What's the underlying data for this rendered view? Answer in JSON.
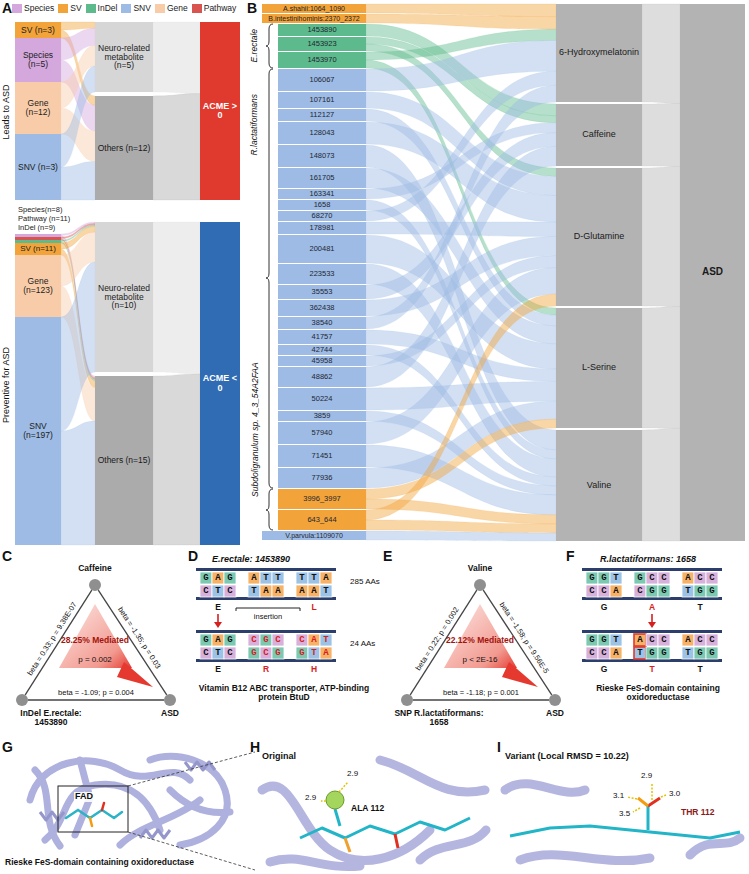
{
  "diagram": {
    "nodes": [
      {
        "text": [
          "SV (n=3)"
        ]
      },
      {
        "text": [
          "Species (n=5)"
        ]
      },
      {
        "text": [
          "Gene (n=12)"
        ]
      },
      {
        "text": [
          "SNV (n=3)"
        ]
      },
      {
        "text": [
          "Neuro-related metabolite (n=5)"
        ]
      },
      {
        "text": [
          "Others (n=12)"
        ]
      },
      {
        "text": [
          "ACME > 0"
        ]
      },
      {
        "text": [
          "Species(n=8)"
        ]
      },
      {
        "text": [
          "Pathway (n=11)"
        ]
      },
      {
        "text": [
          "InDel (n=9)"
        ]
      },
      {
        "text": [
          "SV (n=11)"
        ]
      },
      {
        "text": [
          "Gene (n=123)"
        ]
      },
      {
        "text": [
          "SNV (n=197)"
        ]
      },
      {
        "text": [
          "Neuro-related metabolite (n=10)"
        ]
      },
      {
        "text": [
          "Others (n=15)"
        ]
      },
      {
        "text": [
          "ACME < 0"
        ]
      },
      {
        "text": [
          "A.shahii:1064_1090"
        ]
      },
      {
        "text": [
          "B.intestinihominis:2370_2372"
        ]
      },
      {
        "text": [
          "1453890"
        ]
      },
      {
        "text": [
          "1453923"
        ]
      },
      {
        "text": [
          "1453970"
        ]
      },
      {
        "text": [
          "106067"
        ]
      },
      {
        "text": [
          "107161"
        ]
      },
      {
        "text": [
          "112127"
        ]
      },
      {
        "text": [
          "128043"
        ]
      },
      {
        "text": [
          "148073"
        ]
      },
      {
        "text": [
          "161705"
        ]
      },
      {
        "text": [
          "163341"
        ]
      },
      {
        "text": [
          "1658"
        ]
      },
      {
        "text": [
          "68270"
        ]
      },
      {
        "text": [
          "178981"
        ]
      },
      {
        "text": [
          "200481"
        ]
      },
      {
        "text": [
          "223533"
        ]
      },
      {
        "text": [
          "35553"
        ]
      },
      {
        "text": [
          "362438"
        ]
      },
      {
        "text": [
          "38540"
        ]
      },
      {
        "text": [
          "41757"
        ]
      },
      {
        "text": [
          "42744"
        ]
      },
      {
        "text": [
          "45958"
        ]
      },
      {
        "text": [
          "48862"
        ]
      },
      {
        "text": [
          "50224"
        ]
      },
      {
        "text": [
          "3859"
        ]
      },
      {
        "text": [
          "57940"
        ]
      },
      {
        "text": [
          "71451"
        ]
      },
      {
        "text": [
          "77936"
        ]
      },
      {
        "text": [
          "3996_3997"
        ]
      },
      {
        "text": [
          "643_644"
        ]
      },
      {
        "text": [
          "V.parvula:1109070"
        ]
      },
      {
        "text": [
          "6-Hydroxymelatonin"
        ]
      },
      {
        "text": [
          "Caffeine"
        ]
      },
      {
        "text": [
          "D-Glutamine"
        ]
      },
      {
        "text": [
          "L-Serine"
        ]
      },
      {
        "text": [
          "Valine"
        ]
      },
      {
        "text": [
          "ASD"
        ]
      },
      {
        "text": [
          "Caffeine"
        ]
      },
      {
        "text": [
          "InDel E.rectale: 1453890"
        ]
      },
      {
        "text": [
          "ASD"
        ]
      },
      {
        "text": [
          "Valine"
        ]
      },
      {
        "text": [
          "SNP R.lactatiformans: 1658"
        ]
      },
      {
        "text": [
          "ASD"
        ]
      }
    ],
    "edges": [
      {
        "from": 0,
        "to": 4,
        "arrow": "none"
      },
      {
        "from": 0,
        "to": 5,
        "arrow": "none"
      },
      {
        "from": 1,
        "to": 4,
        "arrow": "none"
      },
      {
        "from": 1,
        "to": 5,
        "arrow": "none"
      },
      {
        "from": 2,
        "to": 4,
        "arrow": "none"
      },
      {
        "from": 2,
        "to": 5,
        "arrow": "none"
      },
      {
        "from": 3,
        "to": 4,
        "arrow": "none"
      },
      {
        "from": 3,
        "to": 5,
        "arrow": "none"
      },
      {
        "from": 4,
        "to": 6,
        "arrow": "none"
      },
      {
        "from": 5,
        "to": 6,
        "arrow": "none"
      },
      {
        "from": 7,
        "to": 13,
        "arrow": "none"
      },
      {
        "from": 7,
        "to": 14,
        "arrow": "none"
      },
      {
        "from": 8,
        "to": 13,
        "arrow": "none"
      },
      {
        "from": 8,
        "to": 14,
        "arrow": "none"
      },
      {
        "from": 9,
        "to": 13,
        "arrow": "none"
      },
      {
        "from": 9,
        "to": 14,
        "arrow": "none"
      },
      {
        "from": 10,
        "to": 13,
        "arrow": "none"
      },
      {
        "from": 10,
        "to": 14,
        "arrow": "none"
      },
      {
        "from": 11,
        "to": 13,
        "arrow": "none"
      },
      {
        "from": 11,
        "to": 14,
        "arrow": "none"
      },
      {
        "from": 12,
        "to": 13,
        "arrow": "none"
      },
      {
        "from": 12,
        "to": 14,
        "arrow": "none"
      },
      {
        "from": 13,
        "to": 15,
        "arrow": "none"
      },
      {
        "from": 14,
        "to": 15,
        "arrow": "none"
      },
      {
        "from": 16,
        "to": 48,
        "arrow": "none"
      },
      {
        "from": 17,
        "to": 48,
        "arrow": "none"
      },
      {
        "from": 18,
        "to": 49,
        "arrow": "none"
      },
      {
        "from": 19,
        "to": 49,
        "arrow": "none"
      },
      {
        "from": 19,
        "to": 50,
        "arrow": "none"
      },
      {
        "from": 20,
        "to": 48,
        "arrow": "none"
      },
      {
        "from": 20,
        "to": 51,
        "arrow": "none"
      },
      {
        "from": 21,
        "to": 48,
        "arrow": "none"
      },
      {
        "from": 22,
        "to": 50,
        "arrow": "none"
      },
      {
        "from": 23,
        "to": 51,
        "arrow": "none"
      },
      {
        "from": 24,
        "to": 50,
        "arrow": "none"
      },
      {
        "from": 25,
        "to": 52,
        "arrow": "none"
      },
      {
        "from": 26,
        "to": 51,
        "arrow": "none"
      },
      {
        "from": 27,
        "to": 49,
        "arrow": "none"
      },
      {
        "from": 28,
        "to": 52,
        "arrow": "none"
      },
      {
        "from": 29,
        "to": 48,
        "arrow": "none"
      },
      {
        "from": 30,
        "to": 50,
        "arrow": "none"
      },
      {
        "from": 31,
        "to": 51,
        "arrow": "none"
      },
      {
        "from": 32,
        "to": 52,
        "arrow": "none"
      },
      {
        "from": 33,
        "to": 49,
        "arrow": "none"
      },
      {
        "from": 34,
        "to": 50,
        "arrow": "none"
      },
      {
        "from": 35,
        "to": 48,
        "arrow": "none"
      },
      {
        "from": 36,
        "to": 51,
        "arrow": "none"
      },
      {
        "from": 37,
        "to": 52,
        "arrow": "none"
      },
      {
        "from": 38,
        "to": 50,
        "arrow": "none"
      },
      {
        "from": 39,
        "to": 49,
        "arrow": "none"
      },
      {
        "from": 40,
        "to": 51,
        "arrow": "none"
      },
      {
        "from": 41,
        "to": 52,
        "arrow": "none"
      },
      {
        "from": 42,
        "to": 50,
        "arrow": "none"
      },
      {
        "from": 43,
        "to": 52,
        "arrow": "none"
      },
      {
        "from": 44,
        "to": 51,
        "arrow": "none"
      },
      {
        "from": 45,
        "to": 51,
        "arrow": "none"
      },
      {
        "from": 45,
        "to": 52,
        "arrow": "none"
      },
      {
        "from": 46,
        "to": 50,
        "arrow": "none"
      },
      {
        "from": 46,
        "to": 52,
        "arrow": "none"
      },
      {
        "from": 47,
        "to": 52,
        "arrow": "none"
      },
      {
        "from": 48,
        "to": 53,
        "arrow": "none"
      },
      {
        "from": 49,
        "to": 53,
        "arrow": "none"
      },
      {
        "from": 50,
        "to": 53,
        "arrow": "none"
      },
      {
        "from": 51,
        "to": 53,
        "arrow": "none"
      },
      {
        "from": 52,
        "to": 53,
        "arrow": "none"
      },
      {
        "from": 54,
        "to": 55,
        "label": "beta = 0.33; p = 9.38E-07",
        "arrow": "none"
      },
      {
        "from": 54,
        "to": 56,
        "label": "beta = -1.35; p = 0.03",
        "arrow": "none"
      },
      {
        "from": 55,
        "to": 56,
        "label": "beta = -1.09; p = 0.004",
        "arrow": "none"
      },
      {
        "from": 57,
        "to": 58,
        "label": "beta = 0.22; p = 0.002",
        "arrow": "none"
      },
      {
        "from": 57,
        "to": 59,
        "label": "beta = -1.58; p = 9.56E-5",
        "arrow": "none"
      },
      {
        "from": 58,
        "to": 59,
        "label": "beta = -1.18; p = 0.001",
        "arrow": "none"
      }
    ],
    "labels": [
      "A",
      "B",
      "C",
      "D",
      "E",
      "F",
      "G",
      "H",
      "I",
      "Leads to ASD",
      "Preventive for ASD",
      "E.rectale",
      "R.lactatiformans",
      "Subdoligranulum sp. 4_3_54A2FAA",
      "28.25% Mediated",
      "p = 0.002",
      "E.rectale: 1453890",
      "GAG",
      "ATT",
      "TTA",
      "CTC",
      "TAA",
      "AAT",
      "E",
      "L",
      "285 AAs",
      "insertion",
      "GAG",
      "CGC",
      "CAT",
      "CTC",
      "GCG",
      "GTA",
      "E",
      "R",
      "H",
      "24 AAs",
      "Vitamin B12 ABC transporter, ATP-binding protein BtuD",
      "22.12% Mediated",
      "p < 2E-16",
      "R.lactatiformans: 1658",
      "GGT",
      "GCC",
      "ACC",
      "CCA",
      "CGG",
      "TGG",
      "G",
      "A",
      "T",
      "GGT",
      "ACC",
      "ACC",
      "CCA",
      "TGG",
      "TGG",
      "G",
      "T",
      "T",
      "Rieske FeS-domain containing oxidoreductase",
      "FAD",
      "Rieske FeS-domain containing oxidoreductase",
      "Original",
      "2.9",
      "2.9",
      "ALA 112",
      "Variant (Local RMSD = 10.22)",
      "2.9",
      "3.0",
      "3.1",
      "3.5",
      "THR 112"
    ],
    "legend": [
      {
        "text": "Species",
        "color": "#d4a7dd"
      },
      {
        "text": "SV",
        "color": "#f2a33a"
      },
      {
        "text": "InDel",
        "color": "#5dba8c"
      },
      {
        "text": "SNV",
        "color": "#9dbbe4"
      },
      {
        "text": "Gene",
        "color": "#f8cca8"
      },
      {
        "text": "Pathway",
        "color": "#d9534f"
      }
    ]
  }
}
